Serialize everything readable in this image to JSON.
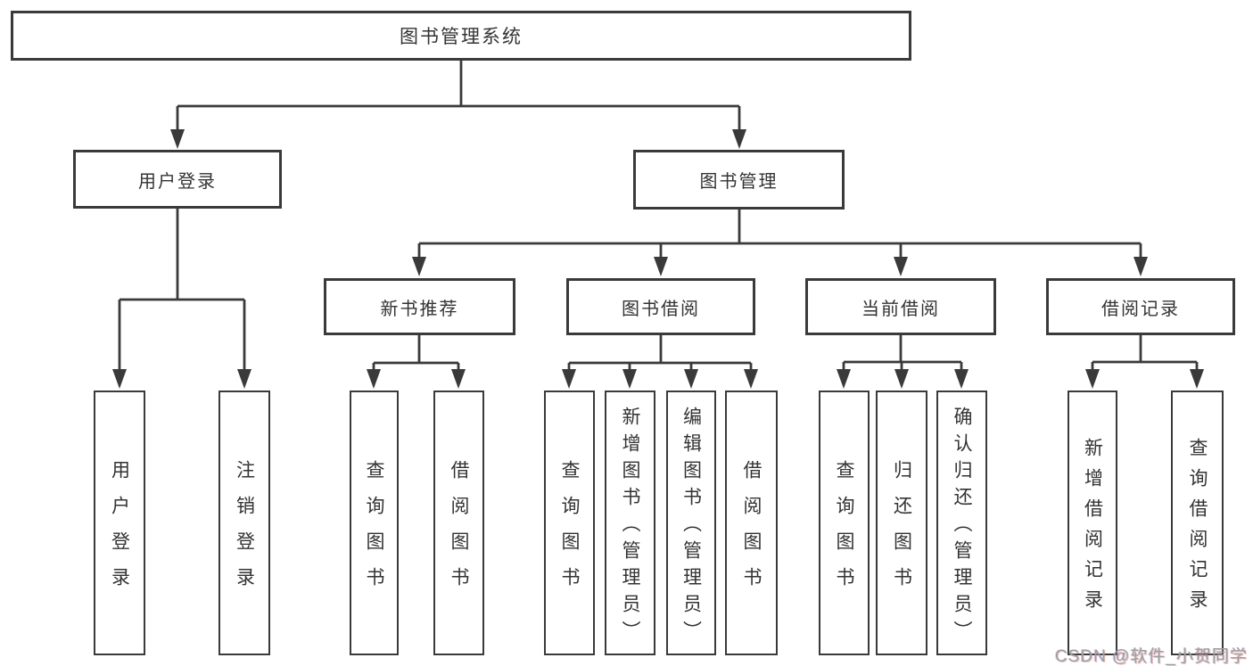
{
  "colors": {
    "line": "#3a3a3a",
    "text": "#333333",
    "box_background": "#ffffff",
    "watermark_gray": "#9f9f9f"
  },
  "tree": {
    "label": "图书管理系统",
    "children": [
      {
        "label": "用户登录",
        "children": [
          {
            "label": "用户登录"
          },
          {
            "label": "注销登录"
          }
        ]
      },
      {
        "label": "图书管理",
        "children": [
          {
            "label": "新书推荐",
            "children": [
              {
                "label": "查询图书"
              },
              {
                "label": "借阅图书"
              }
            ]
          },
          {
            "label": "图书借阅",
            "children": [
              {
                "label": "查询图书"
              },
              {
                "label": "新增图书（管理员）"
              },
              {
                "label": "编辑图书（管理员）"
              },
              {
                "label": "借阅图书"
              }
            ]
          },
          {
            "label": "当前借阅",
            "children": [
              {
                "label": "查询图书"
              },
              {
                "label": "归还图书"
              },
              {
                "label": "确认归还（管理员）"
              }
            ]
          },
          {
            "label": "借阅记录",
            "children": [
              {
                "label": "新增借阅记录"
              },
              {
                "label": "查询借阅记录"
              }
            ]
          }
        ]
      }
    ]
  },
  "watermark": {
    "text": "CSDN @软件_小贺同学"
  }
}
